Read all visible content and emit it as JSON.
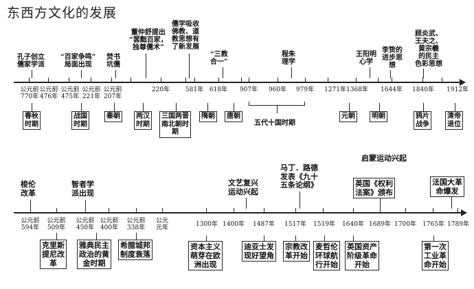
{
  "title": "东西方文化的发展",
  "top": {
    "dates": [
      "公元前\n770年",
      "公元前\n476年",
      "公元前\n475年",
      "公元前\n221年",
      "公元前\n207年",
      "220年",
      "581年",
      "618年",
      "907年",
      "960年",
      "979年",
      "1271年",
      "1368年",
      "1644年",
      "1840年",
      "1912年"
    ],
    "events": [
      "孔子创立\n儒家学派",
      "“百家争鸣”\n局面出现",
      "焚书\n坑儒",
      "董仲舒提出\n“罢黜百家，\n独尊儒术”",
      "儒学吸收\n佛教、道\n教思想有\n了新发展",
      "“三教\n合一”",
      "程朱\n理学",
      "王阳明\n心学",
      "李贽的\n进步思\n想",
      "顾炎武、\n王夫之、\n黄宗羲\n的民主\n色彩思想"
    ],
    "periods": [
      "春秋\n时期",
      "战国\n时期",
      "秦朝",
      "两汉\n时期",
      "三国两晋\n南北朝时\n期",
      "隋朝",
      "唐朝",
      "元朝",
      "明朝",
      "鸦片\n战争",
      "清帝\n退位"
    ],
    "five_dynasties": "五代十国时期"
  },
  "bottom": {
    "dates": [
      "公元前\n594年",
      "公元前\n509年",
      "公元前\n450年",
      "公元前\n400年",
      "公元前\n338年",
      "公元\n元年",
      "1300年",
      "1400年",
      "1487年",
      "1517年",
      "1519年",
      "1640年",
      "1689年",
      "1700年",
      "1765年",
      "1789年"
    ],
    "events": [
      "梭伦\n改革",
      "智者学\n派出现",
      "文艺复兴\n运动兴起",
      "马丁．路德\n发表《九十\n五条论纲》",
      "启蒙运动兴起"
    ],
    "boxes_above": [
      "英国《权利\n法案》颁布",
      "法国大革\n命爆发"
    ],
    "periods": [
      "克里斯\n提尼改\n革",
      "雅典民主\n政治的黄\n金时期",
      "希腊城邦\n制度衰落",
      "资本主义\n萌芽在欧\n洲出现",
      "迪亚士发\n现好望角",
      "宗教改\n革开始",
      "麦哲伦\n环球航\n行开始",
      "英国资产\n阶级革命\n开始",
      "第一次\n工业革\n命开始"
    ]
  }
}
